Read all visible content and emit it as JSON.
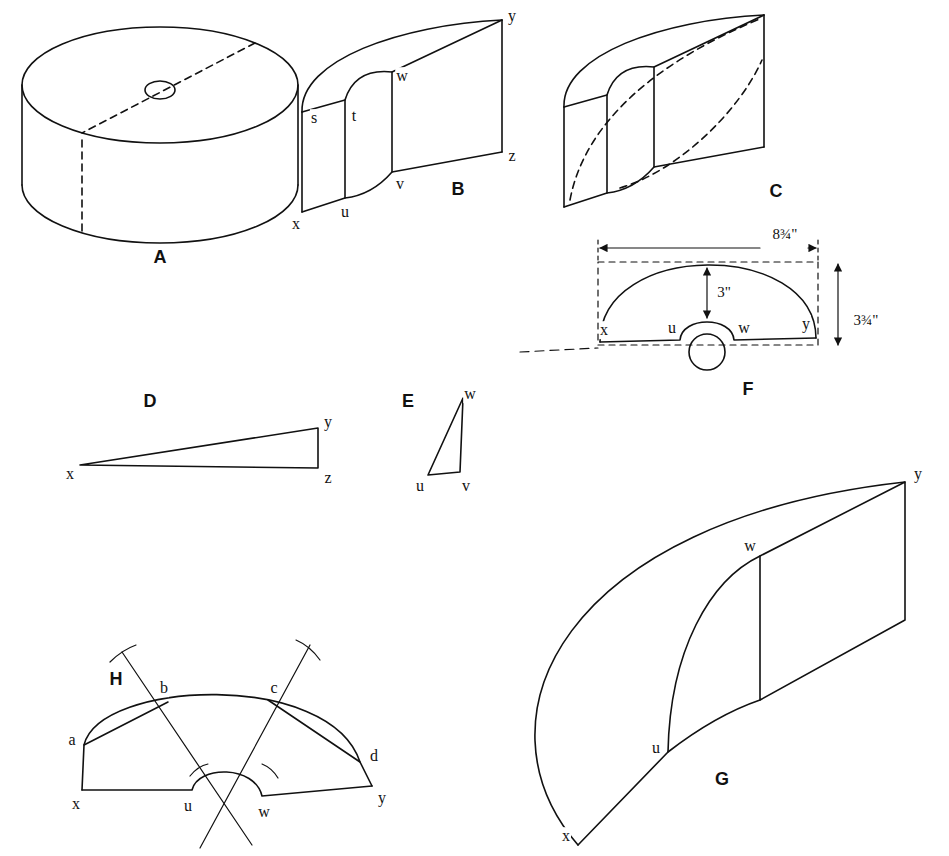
{
  "diagram": {
    "labels": [
      "A",
      "s",
      "t",
      "w",
      "y",
      "x",
      "u",
      "v",
      "z",
      "B",
      "C",
      "8¾\"",
      "3\"",
      "3¾\"",
      "x",
      "u",
      "w",
      "y",
      "F",
      "D",
      "x",
      "y",
      "z",
      "E",
      "w",
      "u",
      "v",
      "H",
      "a",
      "b",
      "c",
      "d",
      "x",
      "u",
      "w",
      "y",
      "y",
      "w",
      "u",
      "x",
      "G"
    ]
  }
}
